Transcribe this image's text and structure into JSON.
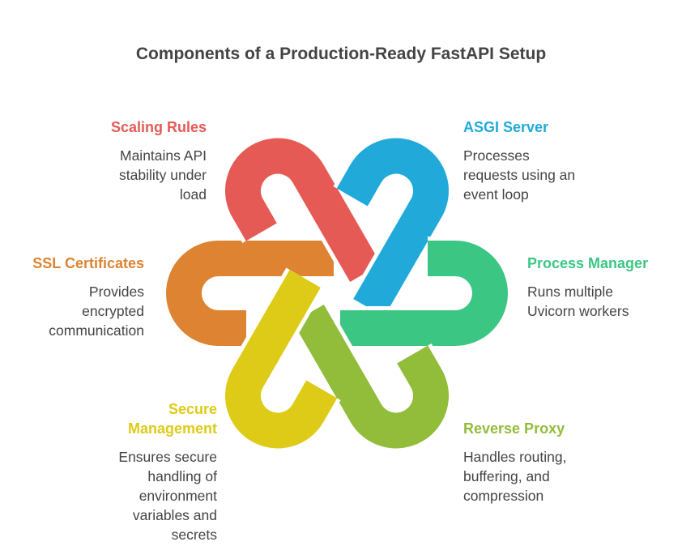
{
  "title": "Components of a Production-Ready FastAPI Setup",
  "items": [
    {
      "label": "Scaling Rules",
      "desc": [
        "Maintains API",
        "stability under",
        "load"
      ],
      "color": "#E55A55"
    },
    {
      "label": "ASGI Server",
      "desc": [
        "Processes",
        "requests using an",
        "event loop"
      ],
      "color": "#21AAD9"
    },
    {
      "label": "Process Manager",
      "desc": [
        "Runs multiple",
        "Uvicorn workers"
      ],
      "color": "#3CC684"
    },
    {
      "label": "Reverse Proxy",
      "desc": [
        "Handles routing,",
        "buffering, and",
        "compression"
      ],
      "color": "#92BD3A"
    },
    {
      "label": "Secure Management",
      "label_lines": [
        "Secure",
        "Management"
      ],
      "desc": [
        "Ensures secure",
        "handling of",
        "environment",
        "variables and",
        "secrets"
      ],
      "color": "#DECB17"
    },
    {
      "label": "SSL Certificates",
      "desc": [
        "Provides",
        "encrypted",
        "communication"
      ],
      "color": "#DE8332"
    }
  ]
}
